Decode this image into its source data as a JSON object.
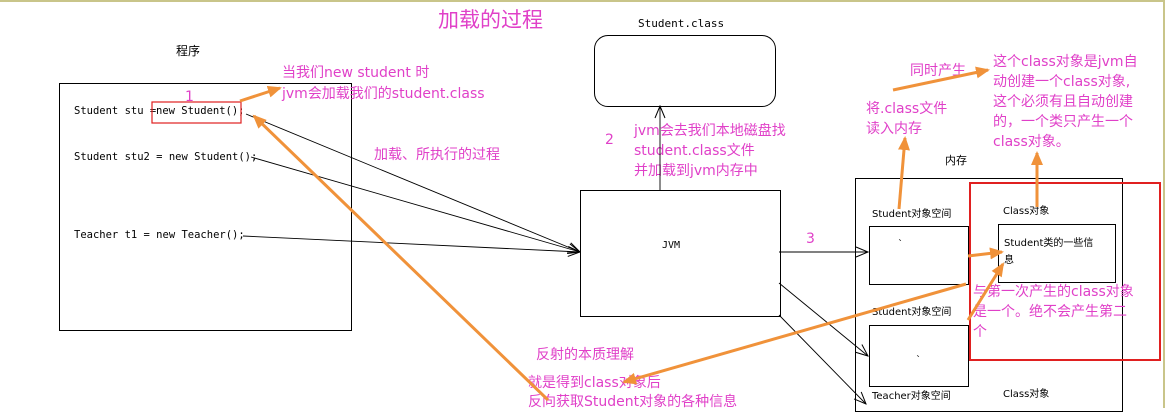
{
  "title": "加载的过程",
  "program_label": "程序",
  "code": {
    "line1_prefix": "Student stu = ",
    "line1_highlight": "new Student();",
    "line2": "Student stu2 = new Student();",
    "line3": "Teacher t1 = new Teacher();"
  },
  "student_class_file": "Student.class",
  "jvm_label": "JVM",
  "memory_label": "内存",
  "student_space_1": "Student对象空间",
  "student_space_2": "Student对象空间",
  "teacher_space": "Teacher对象空间",
  "class_object_label": "Class对象",
  "class_object_label_2": "Class对象",
  "class_info": "Student类的一些信息",
  "space_mark_1": "`",
  "space_mark_2": "`",
  "step_numbers": {
    "one": "1",
    "two": "2",
    "three": "3"
  },
  "annotations": {
    "new_student": [
      "当我们new student 时",
      "jvm会加载我们的student.class"
    ],
    "load_process": "加载、所执行的过程",
    "find_file": [
      "jvm会去我们本地磁盘找",
      "student.class文件",
      "并加载到jvm内存中"
    ],
    "read_into_memory": [
      "将.class文件",
      "读入内存"
    ],
    "same_time": "同时产生",
    "class_object_created": [
      "这个class对象是jvm自",
      "动创建一个class对象,",
      "这个必须有且自动创建",
      "的，一个类只产生一个",
      "class对象。"
    ],
    "same_object": [
      "与第一次产生的class对象",
      "是一个。绝不会产生第二",
      "个"
    ],
    "reflection_title": "反射的本质理解",
    "reflection_body": [
      "就是得到class对象后",
      "反向获取Student对象的各种信息"
    ]
  },
  "colors": {
    "annotation": "#e040c8",
    "arrow": "#f0923a",
    "highlight_box": "#e02020"
  }
}
